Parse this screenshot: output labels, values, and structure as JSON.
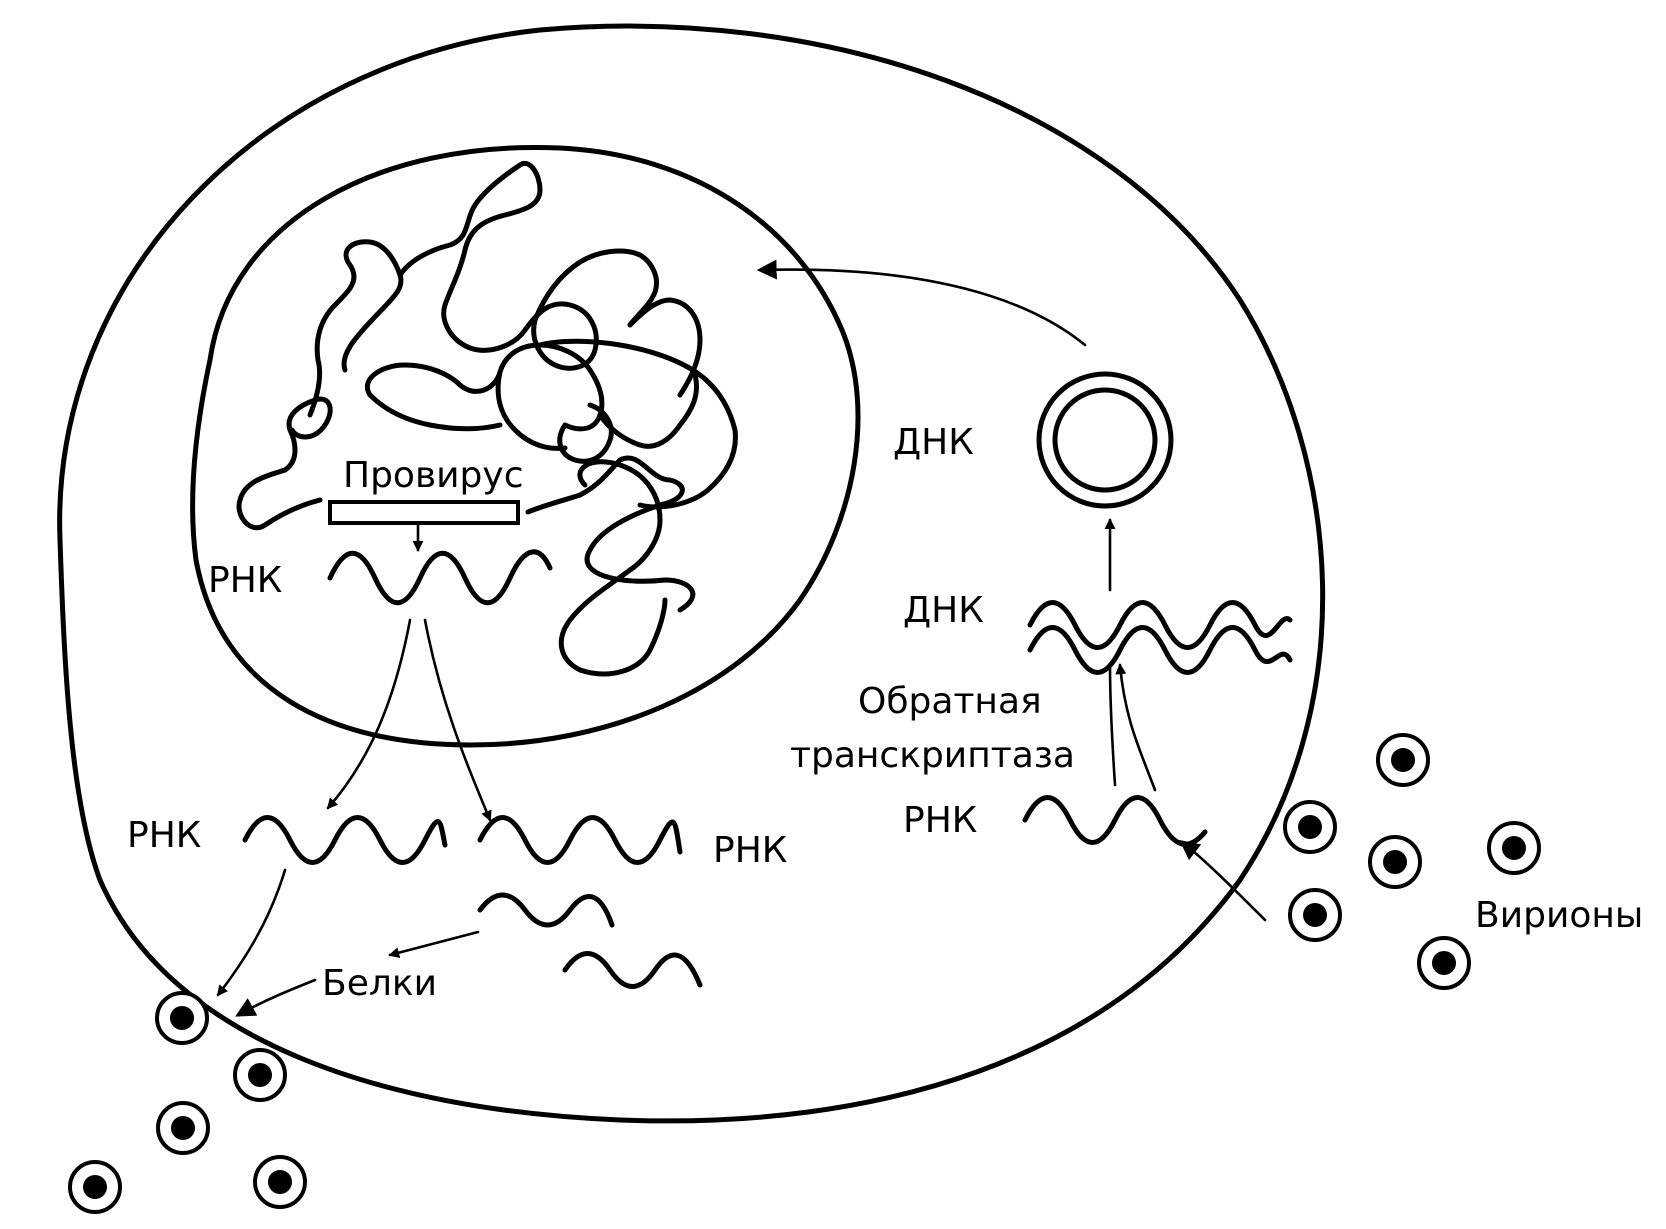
{
  "labels": {
    "provirus": "Провирус",
    "rna_nucleus": "РНК",
    "rna_left": "РНК",
    "rna_right": "РНК",
    "rna_entry": "РНК",
    "dna_double": "ДНК",
    "dna_circle": "ДНК",
    "reverse_transcriptase_1": "Обратная",
    "reverse_transcriptase_2": "транскриптаза",
    "proteins": "Белки",
    "virions": "Вирионы"
  },
  "colors": {
    "ink": "#000000",
    "background": "#ffffff"
  }
}
